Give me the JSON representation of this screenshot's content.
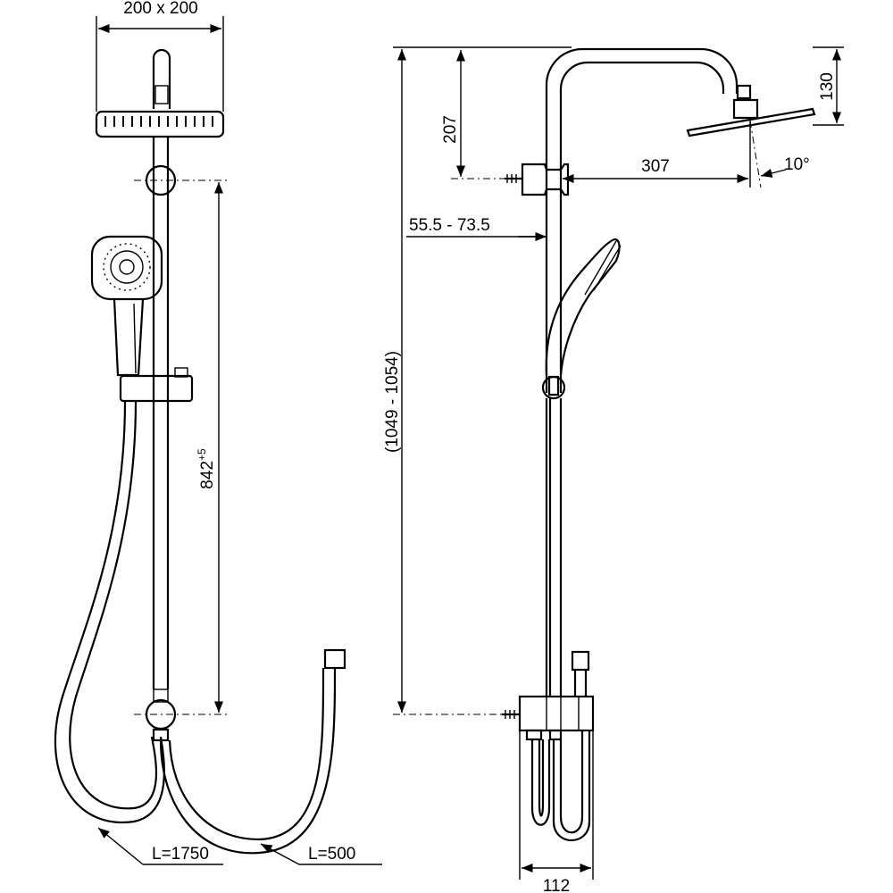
{
  "dimensions": {
    "head_size": "200 x 200",
    "rail_length": "842",
    "rail_tolerance": "+5",
    "total_height": "(1049 - 1054)",
    "height_207": "207",
    "head_drop": "130",
    "arm_reach": "307",
    "tilt_angle": "10°",
    "wall_offset": "55.5 - 73.5",
    "base_width": "112",
    "hose_long": "L=1750",
    "hose_short": "L=500"
  },
  "colors": {
    "ink": "#000000",
    "background": "#ffffff"
  }
}
